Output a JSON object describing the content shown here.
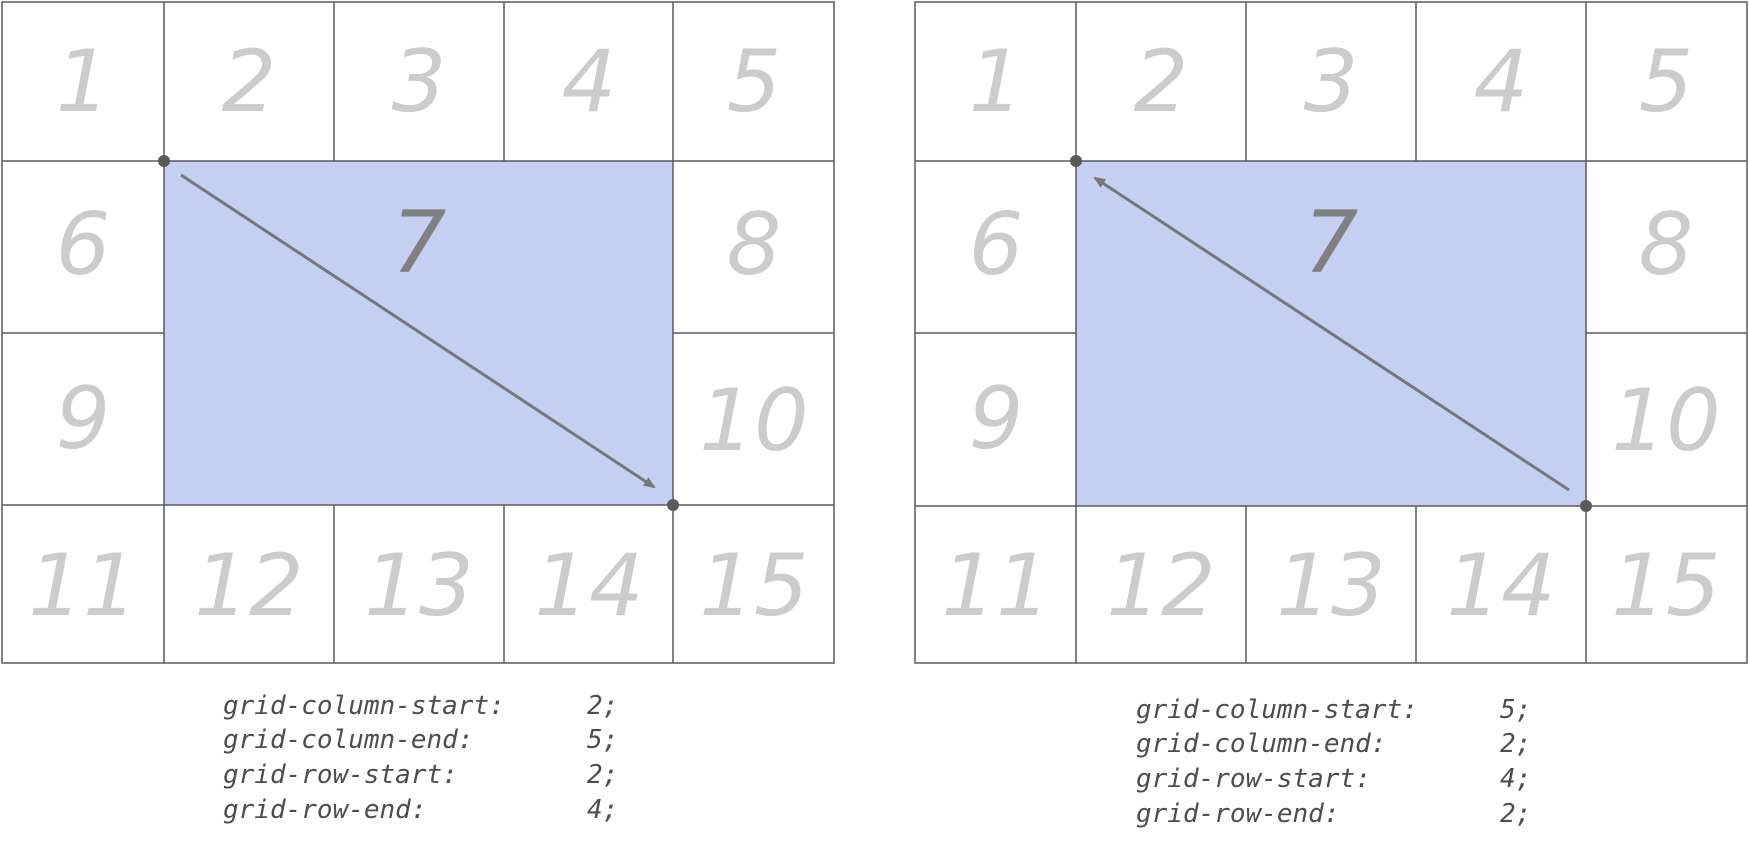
{
  "diagrams": [
    {
      "cells": [
        "1",
        "2",
        "3",
        "4",
        "5",
        "6",
        "7",
        "8",
        "9",
        "10",
        "11",
        "12",
        "13",
        "14",
        "15"
      ],
      "highlight_label": "7",
      "placement": {
        "column_start": 2,
        "column_end": 5,
        "row_start": 2,
        "row_end": 4
      },
      "arrow_direction": "start-to-end",
      "code": [
        {
          "property": "grid-column-start:",
          "value": "2;"
        },
        {
          "property": "grid-column-end:",
          "value": "5;"
        },
        {
          "property": "grid-row-start:",
          "value": "2;"
        },
        {
          "property": "grid-row-end:",
          "value": "4;"
        }
      ]
    },
    {
      "cells": [
        "1",
        "2",
        "3",
        "4",
        "5",
        "6",
        "7",
        "8",
        "9",
        "10",
        "11",
        "12",
        "13",
        "14",
        "15"
      ],
      "highlight_label": "7",
      "placement": {
        "column_start": 5,
        "column_end": 2,
        "row_start": 4,
        "row_end": 2
      },
      "arrow_direction": "end-to-start",
      "code": [
        {
          "property": "grid-column-start:",
          "value": "5;"
        },
        {
          "property": "grid-column-end:",
          "value": "2;"
        },
        {
          "property": "grid-row-start:",
          "value": "4;"
        },
        {
          "property": "grid-row-end:",
          "value": "2;"
        }
      ]
    }
  ],
  "colors": {
    "highlight_fill": "#c5cff2",
    "grid_line": "#5a5a5a",
    "arrow": "#777777",
    "label": "#cccccc",
    "highlight_label": "#808080",
    "code_text": "#4d4d4d"
  }
}
